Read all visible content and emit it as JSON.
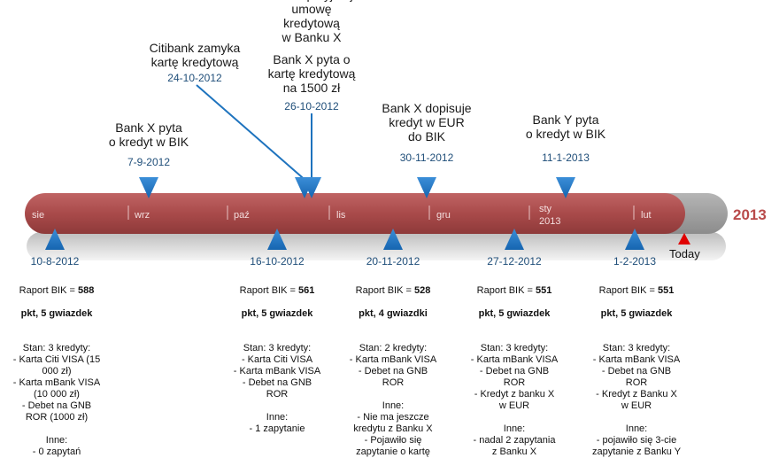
{
  "year_label": "2013",
  "today_label": "Today",
  "months": [
    "sie",
    "wrz",
    "paź",
    "lis",
    "gru",
    "sty\n2013",
    "lut"
  ],
  "top_events": [
    {
      "title": "Bank X przyjmuje\numowę\nkredytową\nw Banku X",
      "date": ""
    },
    {
      "title": "Bank X pyta o\nkartę kredytową\nna 1500 zł",
      "date": "26-10-2012"
    },
    {
      "title": "Citibank zamyka\nkartę kredytową",
      "date": "24-10-2012"
    },
    {
      "title": "Bank X pyta\no kredyt w BIK",
      "date": "7-9-2012"
    },
    {
      "title": "Bank X dopisuje\nkredyt w EUR\ndo BIK",
      "date": "30-11-2012"
    },
    {
      "title": "Bank Y pyta\no kredyt w BIK",
      "date": "11-1-2013"
    }
  ],
  "bottom_events": [
    {
      "date": "10-8-2012",
      "report_label": "Raport BIK = ",
      "score": "588",
      "stars": "pkt, 5 gwiazdek",
      "details": "Stan: 3 kredyty:\n- Karta Citi VISA (15\n000 zł)\n- Karta mBank VISA\n(10 000 zł)\n- Debet na GNB\nROR (1000 zł)\n\nInne:\n- 0 zapytań"
    },
    {
      "date": "16-10-2012",
      "report_label": "Raport BIK = ",
      "score": "561",
      "stars": "pkt, 5 gwiazdek",
      "details": "Stan: 3 kredyty:\n- Karta Citi VISA\n- Karta mBank VISA\n- Debet na GNB\nROR\n\nInne:\n- 1 zapytanie"
    },
    {
      "date": "20-11-2012",
      "report_label": "Raport BIK = ",
      "score": "528",
      "stars": "pkt, 4 gwiazdki",
      "details": "Stan: 2 kredyty:\n- Karta mBank VISA\n- Debet na GNB\nROR\n\nInne:\n- Nie ma jeszcze\nkredytu z Banku X\n- Pojawiło się\nzapytanie o kartę"
    },
    {
      "date": "27-12-2012",
      "report_label": "Raport BIK = ",
      "score": "551",
      "stars": "pkt, 5 gwiazdek",
      "details": "Stan: 3 kredyty:\n- Karta mBank VISA\n- Debet na GNB\nROR\n- Kredyt z banku X\nw EUR\n\nInne:\n- nadal 2 zapytania\nz Banku X"
    },
    {
      "date": "1-2-2013",
      "report_label": "Raport BIK = ",
      "score": "551",
      "stars": "pkt, 5 gwiazdek",
      "details": "Stan: 3 kredyty:\n- Karta mBank VISA\n- Debet na GNB\nROR\n- Kredyt z Banku X\nw EUR\n\nInne:\n- pojawiło się 3-cie\nzapytanie z Banku Y"
    }
  ],
  "colors": {
    "bar": "#a94a4a",
    "bar_gray": "#9a9a9a",
    "arrow": "#1e73be",
    "date": "#1f4e79",
    "year": "#b94a4a",
    "today_marker": "#e00000"
  }
}
